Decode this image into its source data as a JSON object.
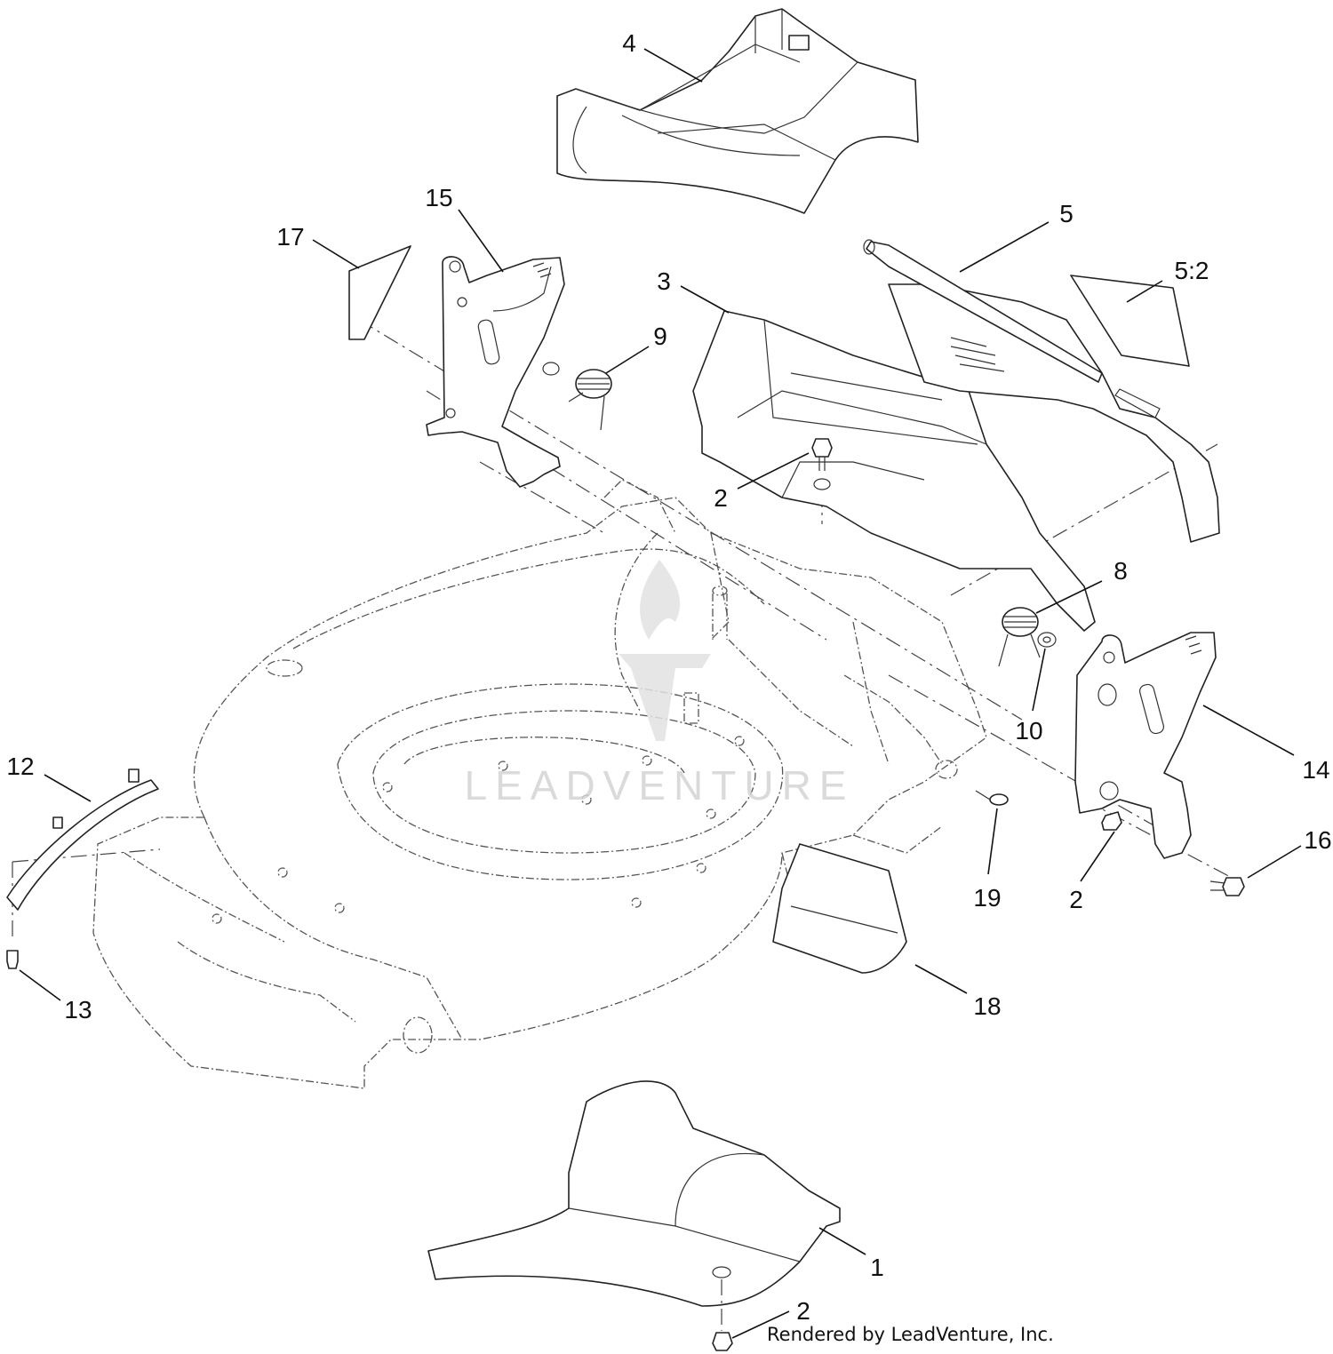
{
  "diagram": {
    "callouts": [
      {
        "id": "c4",
        "text": "4"
      },
      {
        "id": "c15",
        "text": "15"
      },
      {
        "id": "c17",
        "text": "17"
      },
      {
        "id": "c5",
        "text": "5"
      },
      {
        "id": "c52",
        "text": "5:2"
      },
      {
        "id": "c3",
        "text": "3"
      },
      {
        "id": "c9",
        "text": "9"
      },
      {
        "id": "c2a",
        "text": "2"
      },
      {
        "id": "c8",
        "text": "8"
      },
      {
        "id": "c10",
        "text": "10"
      },
      {
        "id": "c14",
        "text": "14"
      },
      {
        "id": "c12",
        "text": "12"
      },
      {
        "id": "c16",
        "text": "16"
      },
      {
        "id": "c19",
        "text": "19"
      },
      {
        "id": "c2b",
        "text": "2"
      },
      {
        "id": "c13",
        "text": "13"
      },
      {
        "id": "c18",
        "text": "18"
      },
      {
        "id": "c1",
        "text": "1"
      },
      {
        "id": "c2c",
        "text": "2"
      }
    ],
    "watermark": "LEADVENTURE",
    "credit": "Rendered by LeadVenture, Inc."
  }
}
